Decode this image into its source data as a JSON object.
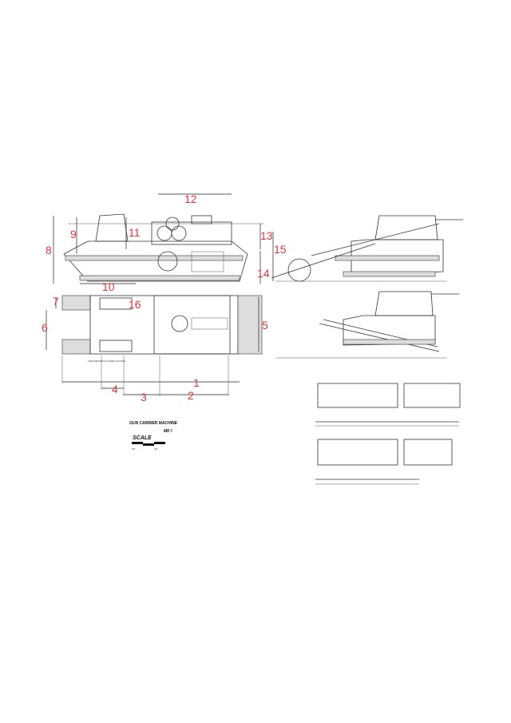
{
  "title_block": {
    "title": "GUN CARRIER MACHINE",
    "mark": "MK I",
    "scale_label": "SCALE",
    "scale_start": "0M",
    "scale_end": "1M"
  },
  "dimension_labels": [
    "1",
    "2",
    "3",
    "4",
    "5",
    "6",
    "7",
    "8",
    "9",
    "10",
    "11",
    "12",
    "13",
    "14",
    "15",
    "16"
  ],
  "colors": {
    "labels": "#d9383f",
    "lines": "#333333"
  }
}
